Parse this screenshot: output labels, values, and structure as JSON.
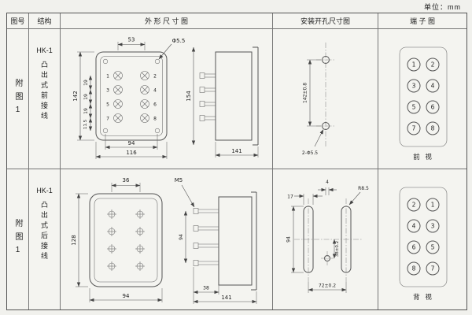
{
  "unit_label": "单位：mm",
  "headers": {
    "fig_no": "图号",
    "structure": "结构",
    "outline": "外 形 尺 寸 图",
    "mounting": "安装开孔尺寸图",
    "terminal": "端 子 图"
  },
  "rows": [
    {
      "fig_no": "附图1",
      "model": "HK-1",
      "structure": "凸出式前接线",
      "outline": {
        "top_width": "53",
        "hole": "Φ5.5",
        "height": "142",
        "pitch1": "19",
        "pitch2": "19",
        "pitch3": "19",
        "pitch4": "11.5",
        "bottom_inner": "94",
        "bottom_total": "116",
        "side_height": "154",
        "side_width": "141",
        "terminals": [
          [
            "1",
            "2"
          ],
          [
            "3",
            "4"
          ],
          [
            "5",
            "6"
          ],
          [
            "7",
            "8"
          ]
        ]
      },
      "mounting": {
        "spacing": "142±0.8",
        "holes": "2-Φ5.5"
      },
      "terminal_diagram": {
        "pairs": [
          [
            "1",
            "2"
          ],
          [
            "3",
            "4"
          ],
          [
            "5",
            "6"
          ],
          [
            "7",
            "8"
          ]
        ],
        "caption": "前 视"
      }
    },
    {
      "fig_no": "附图1",
      "model": "HK-1",
      "structure": "凸出式后接线",
      "outline": {
        "top_width": "36",
        "height": "128",
        "bottom_width": "94",
        "thread": "M5",
        "stud_span": "94",
        "stud_depth": "38",
        "side_width": "141"
      },
      "mounting": {
        "slot_width": "17",
        "hole_offset": "4",
        "radius": "R8.5",
        "slot_length": "94",
        "hole_spacing_v": "38±0.2",
        "spacing": "72±0.2"
      },
      "terminal_diagram": {
        "pairs": [
          [
            "2",
            "1"
          ],
          [
            "4",
            "3"
          ],
          [
            "6",
            "5"
          ],
          [
            "8",
            "7"
          ]
        ],
        "caption": "背 视"
      }
    }
  ]
}
